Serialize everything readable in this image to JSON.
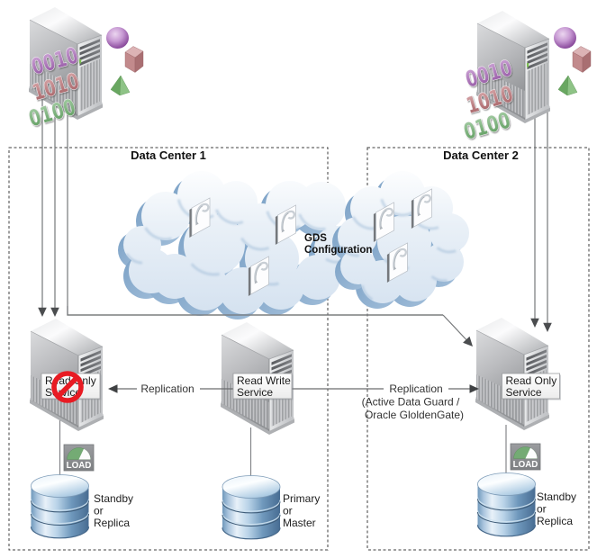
{
  "figure": {
    "data_centers": [
      {
        "label": "Data Center 1"
      },
      {
        "label": "Data Center 2"
      }
    ],
    "cloud": {
      "label_line1": "GDS",
      "label_line2": "Configuration",
      "service_page_icon": "service-page-icon"
    },
    "clients": {
      "binary_rows": [
        "0010",
        "1010",
        "0100"
      ],
      "icons": [
        "sphere-icon",
        "cube-icon",
        "pyramid-icon"
      ]
    },
    "services": {
      "left": {
        "line1": "Read Only",
        "line2": "Service",
        "blocked": true
      },
      "middle": {
        "line1": "Read Write",
        "line2": "Service",
        "blocked": false
      },
      "right": {
        "line1": "Read Only",
        "line2": "Service",
        "blocked": false
      }
    },
    "replication_left": {
      "label": "Replication"
    },
    "replication_right": {
      "line1": "Replication",
      "line2": "(Active Data Guard /",
      "line3": "Oracle GloldenGate)"
    },
    "databases": {
      "left": {
        "line1": "Standby",
        "line2": "or",
        "line3": "Replica"
      },
      "middle": {
        "line1": "Primary",
        "line2": "or",
        "line3": "Master"
      },
      "right": {
        "line1": "Standby",
        "line2": "or",
        "line3": "Replica"
      }
    },
    "load_badge": {
      "label": "LOAD"
    },
    "colors": {
      "cloud_shadow": "#8fb0d0",
      "database_blue": "#51789f",
      "prohibited_red": "#e81b23",
      "load_green": "#74ab74",
      "binary_purple": "#a76cb2",
      "binary_red": "#b5797c",
      "binary_green": "#6fa873"
    }
  }
}
